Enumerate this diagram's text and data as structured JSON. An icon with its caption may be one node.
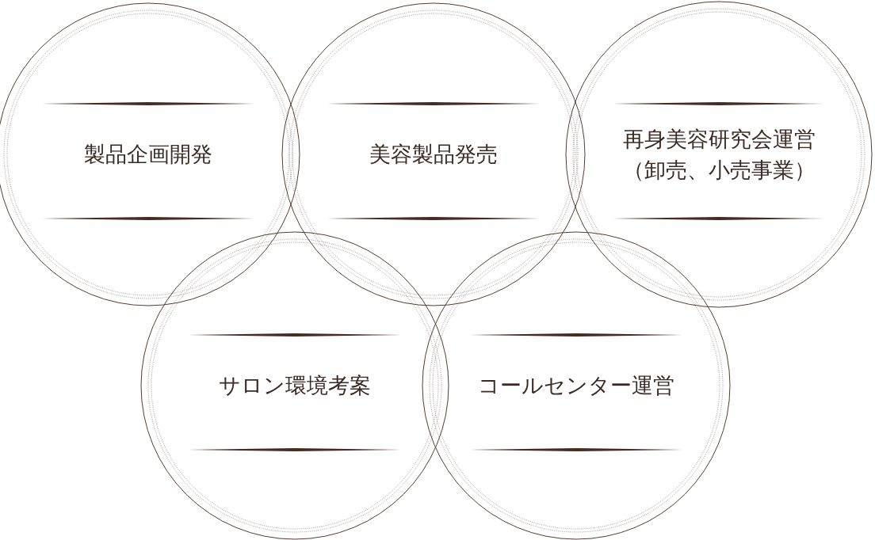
{
  "diagram": {
    "nodes": [
      {
        "text": [
          "製品企画開発"
        ]
      },
      {
        "text": [
          "美容製品発売"
        ]
      },
      {
        "text": [
          "再身美容研究会運営（卸売、小売事業）"
        ]
      },
      {
        "text": [
          "サロン環境考案"
        ]
      },
      {
        "text": [
          "コールセンター運営"
        ]
      }
    ]
  }
}
